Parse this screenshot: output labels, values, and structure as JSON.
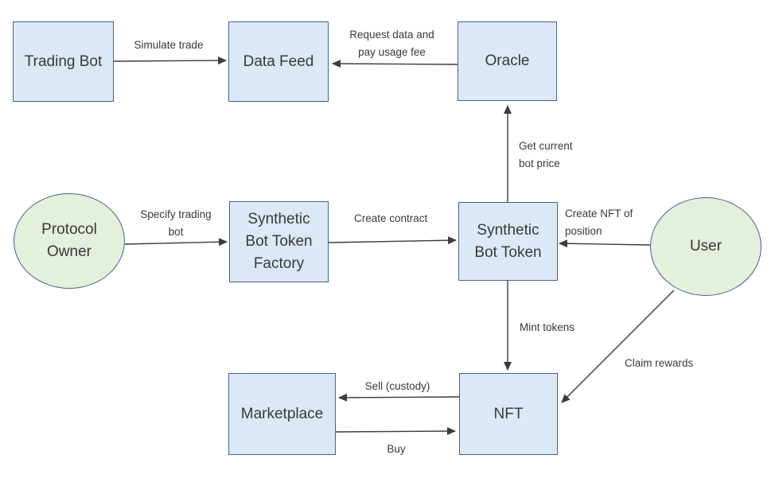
{
  "colors": {
    "box_fill": "#dbe9f6",
    "box_border": "#46618f",
    "ellipse_fill": "#e4efdc",
    "ellipse_border": "#46618f",
    "arrow": "#3c3c3c",
    "text": "#383838"
  },
  "nodes": {
    "trading_bot": {
      "label": "Trading Bot",
      "shape": "rectangle"
    },
    "data_feed": {
      "label": "Data Feed",
      "shape": "rectangle"
    },
    "oracle": {
      "label": "Oracle",
      "shape": "rectangle"
    },
    "synthetic_bot_token_factory": {
      "label": "Synthetic Bot Token Factory",
      "shape": "rectangle"
    },
    "synthetic_bot_token": {
      "label": "Synthetic Bot Token",
      "shape": "rectangle"
    },
    "protocol_owner": {
      "label": "Protocol Owner",
      "shape": "ellipse"
    },
    "user": {
      "label": "User",
      "shape": "ellipse"
    },
    "marketplace": {
      "label": "Marketplace",
      "shape": "rectangle"
    },
    "nft": {
      "label": "NFT",
      "shape": "rectangle"
    }
  },
  "edges": [
    {
      "from": "trading_bot",
      "to": "data_feed",
      "label": "Simulate trade"
    },
    {
      "from": "oracle",
      "to": "data_feed",
      "label": "Request data and pay usage fee"
    },
    {
      "from": "synthetic_bot_token",
      "to": "oracle",
      "label": "Get current bot price"
    },
    {
      "from": "protocol_owner",
      "to": "synthetic_bot_token_factory",
      "label": "Specify trading bot"
    },
    {
      "from": "synthetic_bot_token_factory",
      "to": "synthetic_bot_token",
      "label": "Create contract"
    },
    {
      "from": "user",
      "to": "synthetic_bot_token",
      "label": "Create NFT of position"
    },
    {
      "from": "synthetic_bot_token",
      "to": "nft",
      "label": "Mint tokens"
    },
    {
      "from": "user",
      "to": "nft",
      "label": "Claim rewards"
    },
    {
      "from": "nft",
      "to": "marketplace",
      "label": "Sell (custody)"
    },
    {
      "from": "marketplace",
      "to": "nft",
      "label": "Buy"
    }
  ]
}
